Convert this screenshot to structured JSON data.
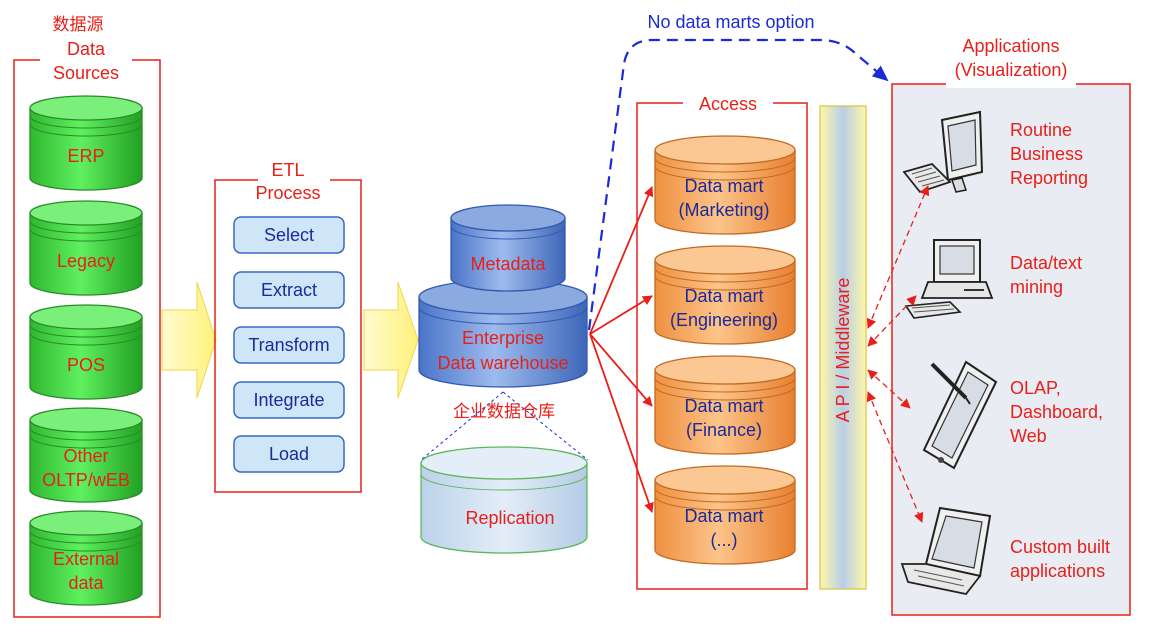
{
  "colors": {
    "red": "#e8201a",
    "blue_text": "#1a2a9a",
    "dash_blue": "#1a2bd6",
    "green": "#3ad63a",
    "orange": "#f5a45a",
    "steel_blue": "#5c86d6",
    "pale_blue": "#cfe1f2",
    "yellow": "#fff59a",
    "app_bg": "#e9edf3"
  },
  "sources": {
    "title_cn": "数据源",
    "title_line1": "Data",
    "title_line2": "Sources",
    "items": [
      {
        "line1": "ERP",
        "line2": ""
      },
      {
        "line1": "Legacy",
        "line2": ""
      },
      {
        "line1": "POS",
        "line2": ""
      },
      {
        "line1": "Other",
        "line2": "OLTP/wEB"
      },
      {
        "line1": "External",
        "line2": "data"
      }
    ]
  },
  "etl": {
    "title_line1": "ETL",
    "title_line2": "Process",
    "steps": [
      "Select",
      "Extract",
      "Transform",
      "Integrate",
      "Load"
    ]
  },
  "warehouse": {
    "metadata": "Metadata",
    "line1": "Enterprise",
    "line2": "Data warehouse",
    "cn_label": "企业数据仓库",
    "replication": "Replication"
  },
  "no_marts_label": "No data marts option",
  "access": {
    "title": "Access",
    "marts": [
      {
        "line1": "Data mart",
        "line2": "(Marketing)"
      },
      {
        "line1": "Data mart",
        "line2": "(Engineering)"
      },
      {
        "line1": "Data mart",
        "line2": "(Finance)"
      },
      {
        "line1": "Data mart",
        "line2": "(...)"
      }
    ]
  },
  "middleware": "A P I   /   Middleware",
  "applications": {
    "title_line1": "Applications",
    "title_line2": "(Visualization)",
    "items": [
      {
        "icon": "monitor-keyboard-icon",
        "lines": [
          "Routine",
          "Business",
          "Reporting"
        ]
      },
      {
        "icon": "desktop-computer-icon",
        "lines": [
          "Data/text",
          "mining"
        ]
      },
      {
        "icon": "tablet-stylus-icon",
        "lines": [
          "OLAP,",
          "Dashboard,",
          "Web"
        ]
      },
      {
        "icon": "laptop-icon",
        "lines": [
          "Custom built",
          "applications"
        ]
      }
    ]
  }
}
